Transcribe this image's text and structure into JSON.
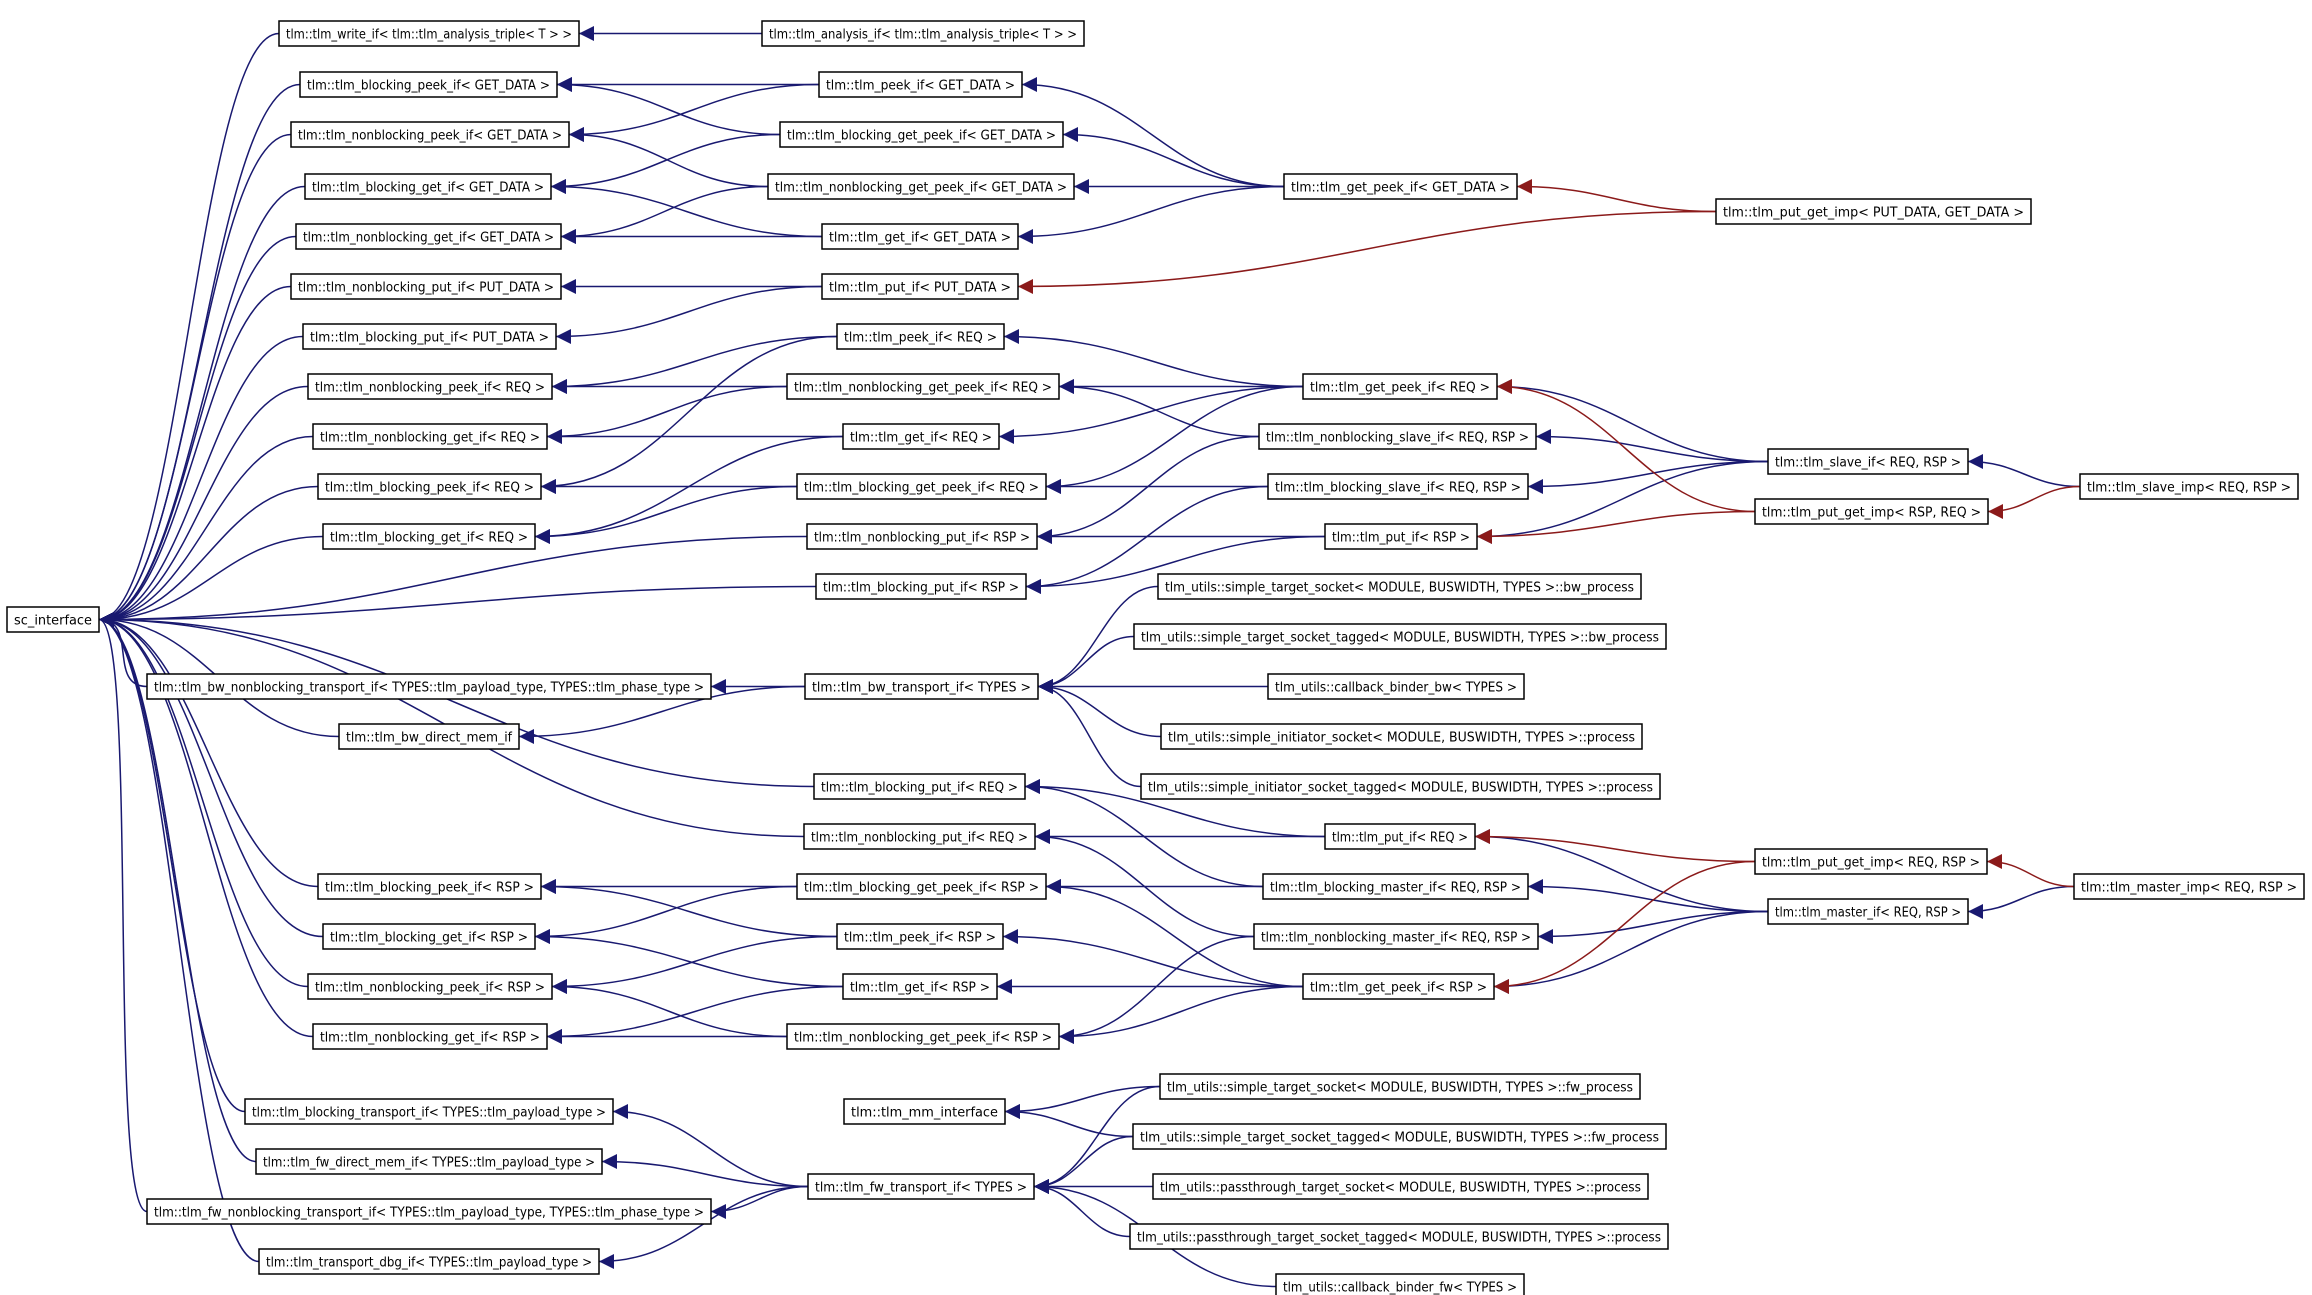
{
  "colors": {
    "background": "#ffffff",
    "node_border": "#000000",
    "edge_inherit": "#191970",
    "edge_private": "#8b1a1a"
  },
  "nodes": [
    {
      "id": "sc",
      "label": "sc_interface"
    },
    {
      "id": "wif",
      "label": "tlm::tlm_write_if< tlm::tlm_analysis_triple< T > >"
    },
    {
      "id": "aif",
      "label": "tlm::tlm_analysis_if< tlm::tlm_analysis_triple< T > >"
    },
    {
      "id": "bpk_gd",
      "label": "tlm::tlm_blocking_peek_if< GET_DATA >"
    },
    {
      "id": "pk_gd",
      "label": "tlm::tlm_peek_if< GET_DATA >"
    },
    {
      "id": "nbpk_gd",
      "label": "tlm::tlm_nonblocking_peek_if< GET_DATA >"
    },
    {
      "id": "bgpk_gd",
      "label": "tlm::tlm_blocking_get_peek_if< GET_DATA >"
    },
    {
      "id": "bg_gd",
      "label": "tlm::tlm_blocking_get_if< GET_DATA >"
    },
    {
      "id": "nbgpk_gd",
      "label": "tlm::tlm_nonblocking_get_peek_if< GET_DATA >"
    },
    {
      "id": "gpk_gd",
      "label": "tlm::tlm_get_peek_if< GET_DATA >"
    },
    {
      "id": "pgimp_pd",
      "label": "tlm::tlm_put_get_imp< PUT_DATA, GET_DATA >"
    },
    {
      "id": "nbg_gd",
      "label": "tlm::tlm_nonblocking_get_if< GET_DATA >"
    },
    {
      "id": "g_gd",
      "label": "tlm::tlm_get_if< GET_DATA >"
    },
    {
      "id": "nbp_pd",
      "label": "tlm::tlm_nonblocking_put_if< PUT_DATA >"
    },
    {
      "id": "p_pd",
      "label": "tlm::tlm_put_if< PUT_DATA >"
    },
    {
      "id": "bp_pd",
      "label": "tlm::tlm_blocking_put_if< PUT_DATA >"
    },
    {
      "id": "pk_req",
      "label": "tlm::tlm_peek_if< REQ >"
    },
    {
      "id": "nbpk_req",
      "label": "tlm::tlm_nonblocking_peek_if< REQ >"
    },
    {
      "id": "nbgpk_req",
      "label": "tlm::tlm_nonblocking_get_peek_if< REQ >"
    },
    {
      "id": "gpk_req",
      "label": "tlm::tlm_get_peek_if< REQ >"
    },
    {
      "id": "nbg_req",
      "label": "tlm::tlm_nonblocking_get_if< REQ >"
    },
    {
      "id": "g_req",
      "label": "tlm::tlm_get_if< REQ >"
    },
    {
      "id": "nbslave",
      "label": "tlm::tlm_nonblocking_slave_if< REQ, RSP >"
    },
    {
      "id": "slave",
      "label": "tlm::tlm_slave_if< REQ, RSP >"
    },
    {
      "id": "bpk_req",
      "label": "tlm::tlm_blocking_peek_if< REQ >"
    },
    {
      "id": "bgpk_req",
      "label": "tlm::tlm_blocking_get_peek_if< REQ >"
    },
    {
      "id": "bslave",
      "label": "tlm::tlm_blocking_slave_if< REQ, RSP >"
    },
    {
      "id": "slaveimp",
      "label": "tlm::tlm_slave_imp< REQ, RSP >"
    },
    {
      "id": "pgimp_rsp",
      "label": "tlm::tlm_put_get_imp< RSP, REQ >"
    },
    {
      "id": "bg_req",
      "label": "tlm::tlm_blocking_get_if< REQ >"
    },
    {
      "id": "nbp_rsp",
      "label": "tlm::tlm_nonblocking_put_if< RSP >"
    },
    {
      "id": "p_rsp",
      "label": "tlm::tlm_put_if< RSP >"
    },
    {
      "id": "bp_rsp",
      "label": "tlm::tlm_blocking_put_if< RSP >"
    },
    {
      "id": "sts_bw",
      "label": "tlm_utils::simple_target_socket< MODULE, BUSWIDTH, TYPES >::bw_process"
    },
    {
      "id": "stst_bw",
      "label": "tlm_utils::simple_target_socket_tagged< MODULE, BUSWIDTH, TYPES >::bw_process"
    },
    {
      "id": "bwnb",
      "label": "tlm::tlm_bw_nonblocking_transport_if< TYPES::tlm_payload_type, TYPES::tlm_phase_type >"
    },
    {
      "id": "bwt",
      "label": "tlm::tlm_bw_transport_if< TYPES >"
    },
    {
      "id": "cbbw",
      "label": "tlm_utils::callback_binder_bw< TYPES >"
    },
    {
      "id": "bwdmi",
      "label": "tlm::tlm_bw_direct_mem_if"
    },
    {
      "id": "sis",
      "label": "tlm_utils::simple_initiator_socket< MODULE, BUSWIDTH, TYPES >::process"
    },
    {
      "id": "sist",
      "label": "tlm_utils::simple_initiator_socket_tagged< MODULE, BUSWIDTH, TYPES >::process"
    },
    {
      "id": "bp_req",
      "label": "tlm::tlm_blocking_put_if< REQ >"
    },
    {
      "id": "nbp_req",
      "label": "tlm::tlm_nonblocking_put_if< REQ >"
    },
    {
      "id": "p_req",
      "label": "tlm::tlm_put_if< REQ >"
    },
    {
      "id": "pgimp_req",
      "label": "tlm::tlm_put_get_imp< REQ, RSP >"
    },
    {
      "id": "bpk_rsp",
      "label": "tlm::tlm_blocking_peek_if< RSP >"
    },
    {
      "id": "bgpk_rsp",
      "label": "tlm::tlm_blocking_get_peek_if< RSP >"
    },
    {
      "id": "bmaster",
      "label": "tlm::tlm_blocking_master_if< REQ, RSP >"
    },
    {
      "id": "masterimp",
      "label": "tlm::tlm_master_imp< REQ, RSP >"
    },
    {
      "id": "master",
      "label": "tlm::tlm_master_if< REQ, RSP >"
    },
    {
      "id": "bg_rsp",
      "label": "tlm::tlm_blocking_get_if< RSP >"
    },
    {
      "id": "pk_rsp",
      "label": "tlm::tlm_peek_if< RSP >"
    },
    {
      "id": "nbmaster",
      "label": "tlm::tlm_nonblocking_master_if< REQ, RSP >"
    },
    {
      "id": "nbpk_rsp",
      "label": "tlm::tlm_nonblocking_peek_if< RSP >"
    },
    {
      "id": "g_rsp",
      "label": "tlm::tlm_get_if< RSP >"
    },
    {
      "id": "gpk_rsp",
      "label": "tlm::tlm_get_peek_if< RSP >"
    },
    {
      "id": "nbg_rsp",
      "label": "tlm::tlm_nonblocking_get_if< RSP >"
    },
    {
      "id": "nbgpk_rsp",
      "label": "tlm::tlm_nonblocking_get_peek_if< RSP >"
    },
    {
      "id": "sts_fw",
      "label": "tlm_utils::simple_target_socket< MODULE, BUSWIDTH, TYPES >::fw_process"
    },
    {
      "id": "bt",
      "label": "tlm::tlm_blocking_transport_if< TYPES::tlm_payload_type >"
    },
    {
      "id": "mm",
      "label": "tlm::tlm_mm_interface"
    },
    {
      "id": "stst_fw",
      "label": "tlm_utils::simple_target_socket_tagged< MODULE, BUSWIDTH, TYPES >::fw_process"
    },
    {
      "id": "fwdmi",
      "label": "tlm::tlm_fw_direct_mem_if< TYPES::tlm_payload_type >"
    },
    {
      "id": "fwt",
      "label": "tlm::tlm_fw_transport_if< TYPES >"
    },
    {
      "id": "pts",
      "label": "tlm_utils::passthrough_target_socket< MODULE, BUSWIDTH, TYPES >::process"
    },
    {
      "id": "fwnb",
      "label": "tlm::tlm_fw_nonblocking_transport_if< TYPES::tlm_payload_type, TYPES::tlm_phase_type >"
    },
    {
      "id": "ptst",
      "label": "tlm_utils::passthrough_target_socket_tagged< MODULE, BUSWIDTH, TYPES >::process"
    },
    {
      "id": "dbg",
      "label": "tlm::tlm_transport_dbg_if< TYPES::tlm_payload_type >"
    },
    {
      "id": "cbfw",
      "label": "tlm_utils::callback_binder_fw< TYPES >"
    }
  ],
  "edges": [
    [
      "wif",
      "sc",
      "i"
    ],
    [
      "bpk_gd",
      "sc",
      "i"
    ],
    [
      "nbpk_gd",
      "sc",
      "i"
    ],
    [
      "bg_gd",
      "sc",
      "i"
    ],
    [
      "nbg_gd",
      "sc",
      "i"
    ],
    [
      "nbp_pd",
      "sc",
      "i"
    ],
    [
      "bp_pd",
      "sc",
      "i"
    ],
    [
      "nbpk_req",
      "sc",
      "i"
    ],
    [
      "nbg_req",
      "sc",
      "i"
    ],
    [
      "bpk_req",
      "sc",
      "i"
    ],
    [
      "bg_req",
      "sc",
      "i"
    ],
    [
      "nbp_rsp",
      "sc",
      "i"
    ],
    [
      "bp_rsp",
      "sc",
      "i"
    ],
    [
      "bwnb",
      "sc",
      "i"
    ],
    [
      "bwdmi",
      "sc",
      "i"
    ],
    [
      "bp_req",
      "sc",
      "i"
    ],
    [
      "nbp_req",
      "sc",
      "i"
    ],
    [
      "bpk_rsp",
      "sc",
      "i"
    ],
    [
      "bg_rsp",
      "sc",
      "i"
    ],
    [
      "nbpk_rsp",
      "sc",
      "i"
    ],
    [
      "nbg_rsp",
      "sc",
      "i"
    ],
    [
      "bt",
      "sc",
      "i"
    ],
    [
      "fwdmi",
      "sc",
      "i"
    ],
    [
      "fwnb",
      "sc",
      "i"
    ],
    [
      "dbg",
      "sc",
      "i"
    ],
    [
      "aif",
      "wif",
      "i"
    ],
    [
      "pk_gd",
      "bpk_gd",
      "i"
    ],
    [
      "pk_gd",
      "nbpk_gd",
      "i"
    ],
    [
      "bgpk_gd",
      "bpk_gd",
      "i"
    ],
    [
      "bgpk_gd",
      "bg_gd",
      "i"
    ],
    [
      "nbgpk_gd",
      "nbpk_gd",
      "i"
    ],
    [
      "nbgpk_gd",
      "nbg_gd",
      "i"
    ],
    [
      "g_gd",
      "bg_gd",
      "i"
    ],
    [
      "g_gd",
      "nbg_gd",
      "i"
    ],
    [
      "gpk_gd",
      "pk_gd",
      "i"
    ],
    [
      "gpk_gd",
      "bgpk_gd",
      "i"
    ],
    [
      "gpk_gd",
      "nbgpk_gd",
      "i"
    ],
    [
      "gpk_gd",
      "g_gd",
      "i"
    ],
    [
      "pgimp_pd",
      "gpk_gd",
      "p"
    ],
    [
      "pgimp_pd",
      "p_pd",
      "p"
    ],
    [
      "p_pd",
      "nbp_pd",
      "i"
    ],
    [
      "p_pd",
      "bp_pd",
      "i"
    ],
    [
      "pk_req",
      "nbpk_req",
      "i"
    ],
    [
      "pk_req",
      "bpk_req",
      "i"
    ],
    [
      "nbgpk_req",
      "nbpk_req",
      "i"
    ],
    [
      "nbgpk_req",
      "nbg_req",
      "i"
    ],
    [
      "g_req",
      "nbg_req",
      "i"
    ],
    [
      "g_req",
      "bg_req",
      "i"
    ],
    [
      "bgpk_req",
      "bpk_req",
      "i"
    ],
    [
      "bgpk_req",
      "bg_req",
      "i"
    ],
    [
      "gpk_req",
      "pk_req",
      "i"
    ],
    [
      "gpk_req",
      "nbgpk_req",
      "i"
    ],
    [
      "gpk_req",
      "g_req",
      "i"
    ],
    [
      "gpk_req",
      "bgpk_req",
      "i"
    ],
    [
      "nbslave",
      "nbgpk_req",
      "i"
    ],
    [
      "nbslave",
      "nbp_rsp",
      "i"
    ],
    [
      "bslave",
      "bgpk_req",
      "i"
    ],
    [
      "bslave",
      "bp_rsp",
      "i"
    ],
    [
      "slave",
      "gpk_req",
      "i"
    ],
    [
      "slave",
      "nbslave",
      "i"
    ],
    [
      "slave",
      "bslave",
      "i"
    ],
    [
      "slave",
      "p_rsp",
      "i"
    ],
    [
      "slaveimp",
      "slave",
      "i"
    ],
    [
      "slaveimp",
      "pgimp_rsp",
      "p"
    ],
    [
      "pgimp_rsp",
      "gpk_req",
      "p"
    ],
    [
      "pgimp_rsp",
      "p_rsp",
      "p"
    ],
    [
      "p_rsp",
      "nbp_rsp",
      "i"
    ],
    [
      "p_rsp",
      "bp_rsp",
      "i"
    ],
    [
      "bwt",
      "bwnb",
      "i"
    ],
    [
      "bwt",
      "bwdmi",
      "i"
    ],
    [
      "sts_bw",
      "bwt",
      "i"
    ],
    [
      "stst_bw",
      "bwt",
      "i"
    ],
    [
      "cbbw",
      "bwt",
      "i"
    ],
    [
      "sis",
      "bwt",
      "i"
    ],
    [
      "sist",
      "bwt",
      "i"
    ],
    [
      "p_req",
      "bp_req",
      "i"
    ],
    [
      "p_req",
      "nbp_req",
      "i"
    ],
    [
      "bmaster",
      "bp_req",
      "i"
    ],
    [
      "bmaster",
      "bgpk_rsp",
      "i"
    ],
    [
      "nbmaster",
      "nbp_req",
      "i"
    ],
    [
      "nbmaster",
      "nbgpk_rsp",
      "i"
    ],
    [
      "master",
      "p_req",
      "i"
    ],
    [
      "master",
      "bmaster",
      "i"
    ],
    [
      "master",
      "nbmaster",
      "i"
    ],
    [
      "master",
      "gpk_rsp",
      "i"
    ],
    [
      "masterimp",
      "master",
      "i"
    ],
    [
      "masterimp",
      "pgimp_req",
      "p"
    ],
    [
      "pgimp_req",
      "p_req",
      "p"
    ],
    [
      "pgimp_req",
      "gpk_rsp",
      "p"
    ],
    [
      "bgpk_rsp",
      "bpk_rsp",
      "i"
    ],
    [
      "bgpk_rsp",
      "bg_rsp",
      "i"
    ],
    [
      "pk_rsp",
      "bpk_rsp",
      "i"
    ],
    [
      "pk_rsp",
      "nbpk_rsp",
      "i"
    ],
    [
      "g_rsp",
      "bg_rsp",
      "i"
    ],
    [
      "g_rsp",
      "nbg_rsp",
      "i"
    ],
    [
      "nbgpk_rsp",
      "nbpk_rsp",
      "i"
    ],
    [
      "nbgpk_rsp",
      "nbg_rsp",
      "i"
    ],
    [
      "gpk_rsp",
      "bgpk_rsp",
      "i"
    ],
    [
      "gpk_rsp",
      "pk_rsp",
      "i"
    ],
    [
      "gpk_rsp",
      "g_rsp",
      "i"
    ],
    [
      "gpk_rsp",
      "nbgpk_rsp",
      "i"
    ],
    [
      "fwt",
      "bt",
      "i"
    ],
    [
      "fwt",
      "fwdmi",
      "i"
    ],
    [
      "fwt",
      "fwnb",
      "i"
    ],
    [
      "fwt",
      "dbg",
      "i"
    ],
    [
      "sts_fw",
      "mm",
      "i"
    ],
    [
      "stst_fw",
      "mm",
      "i"
    ],
    [
      "sts_fw",
      "fwt",
      "i"
    ],
    [
      "stst_fw",
      "fwt",
      "i"
    ],
    [
      "pts",
      "fwt",
      "i"
    ],
    [
      "ptst",
      "fwt",
      "i"
    ],
    [
      "cbfw",
      "fwt",
      "i"
    ]
  ]
}
